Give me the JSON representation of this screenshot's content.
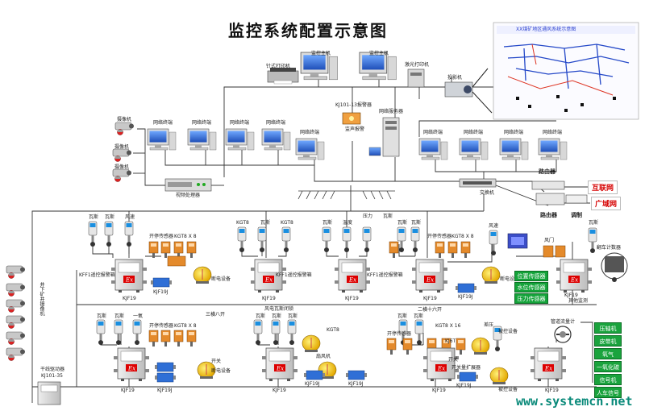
{
  "title": "监控系统配置示意图",
  "footer_url": "www.systemcn.net",
  "top": {
    "host1": "监控主机",
    "host2": "监控主机",
    "pin_printer": "针式打印机",
    "laser_printer": "激光打印机",
    "projector": "投影机",
    "alarm": "KJ101-13报警器",
    "sound": "监声报警",
    "net_server": "网络服务器",
    "video_proc": "视频处理器",
    "switch": "交换机",
    "router1": "路由器",
    "router2": "路由器",
    "modem": "调制",
    "internet": "互联网",
    "wan": "广域网",
    "map_title": "XX煤矿地区通风系统示意图",
    "camera": "摄像机",
    "terminal": "网络终端",
    "underground_camera": "井下矿井摄像机",
    "kj_driver": "干线驱动器",
    "kj_driver_model": "KJ101-35"
  },
  "row1": {
    "gas": "瓦斯",
    "wind": "风速",
    "temp": "温度",
    "pressure": "压力",
    "switch_sensor": "开停传感器",
    "kgt": "KGT8 X 8",
    "kgt8": "KGT8",
    "kff": "KFF1遥控报警箱",
    "power_off": "断电设备",
    "kjf": "KJF19",
    "kjf19j": "KJF19J",
    "doors": "风门",
    "skip_counter": "翻车计数器",
    "other": "其他监测"
  },
  "row2": {
    "gas": "瓦斯",
    "co": "一氧",
    "switch_sensor": "开停传感器",
    "kgt8": "KGT8 X 8",
    "kgt16": "KGT8 X 16",
    "kgt": "KGT8",
    "sec1": "三横八开",
    "sec2": "风电瓦斯闭锁",
    "sec3": "二横十六开",
    "kai": "开关",
    "power_off": "断电设备",
    "fan": "扇风机",
    "kjf": "KJF19",
    "kjf19j": "KJF19J",
    "pipe_meter": "管道流量计",
    "diff": "差压",
    "breaker_ctrl": "开关量扩展器",
    "ctrl_device": "被控设备",
    "kj": "KJ6T"
  },
  "green_group": [
    "位置传感器",
    "水位传感器",
    "压力传感器"
  ],
  "green_side": [
    "压轴机",
    "皮带机",
    "氧气",
    "一氧化碳",
    "信号机",
    "人车信号"
  ]
}
